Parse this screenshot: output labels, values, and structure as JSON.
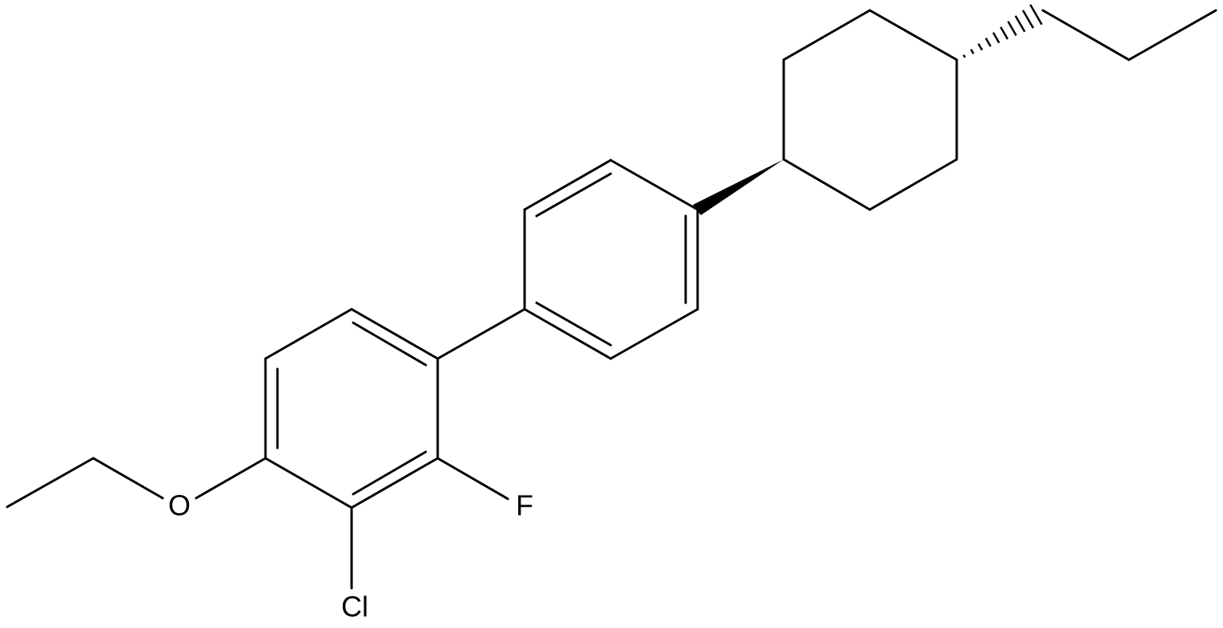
{
  "molecule": {
    "atoms": {
      "oxygen": "O",
      "fluorine": "F",
      "chlorine": "Cl"
    },
    "colors": {
      "bond": "#000000",
      "background": "#ffffff",
      "text": "#000000"
    }
  }
}
